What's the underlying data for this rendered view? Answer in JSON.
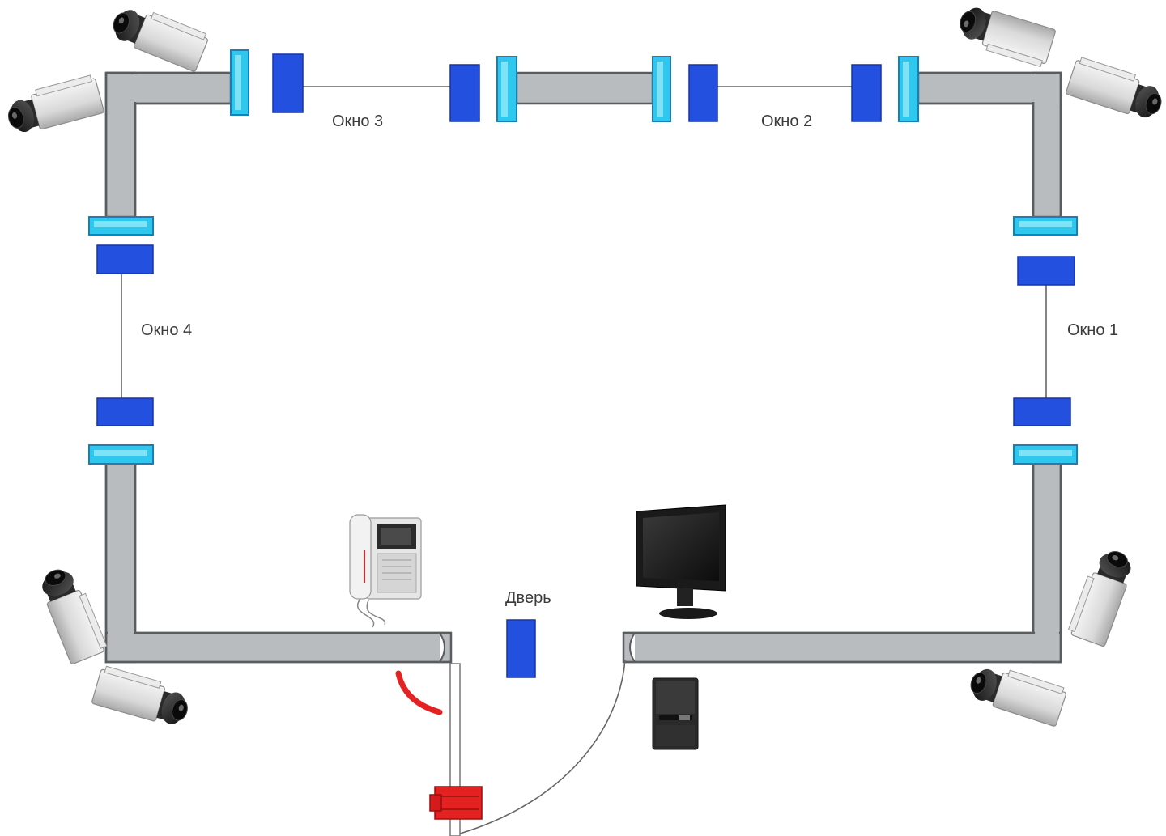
{
  "labels": {
    "window1": "Окно 1",
    "window2": "Окно 2",
    "window3": "Окно 3",
    "window4": "Окно 4",
    "door": "Дверь"
  },
  "colors": {
    "wall": "#b9bcbe",
    "window_frame": "#2ec8ee",
    "window_sash": "#2450e0",
    "door_lock": "#e52222",
    "sensor_arc": "#e52222"
  },
  "icons": {
    "camera": "cctv-camera-icon",
    "intercom": "intercom-icon",
    "monitor": "monitor-icon",
    "system_unit": "computer-case-icon",
    "lock": "electric-lock-icon",
    "door_sensor": "door-sensor-icon"
  }
}
